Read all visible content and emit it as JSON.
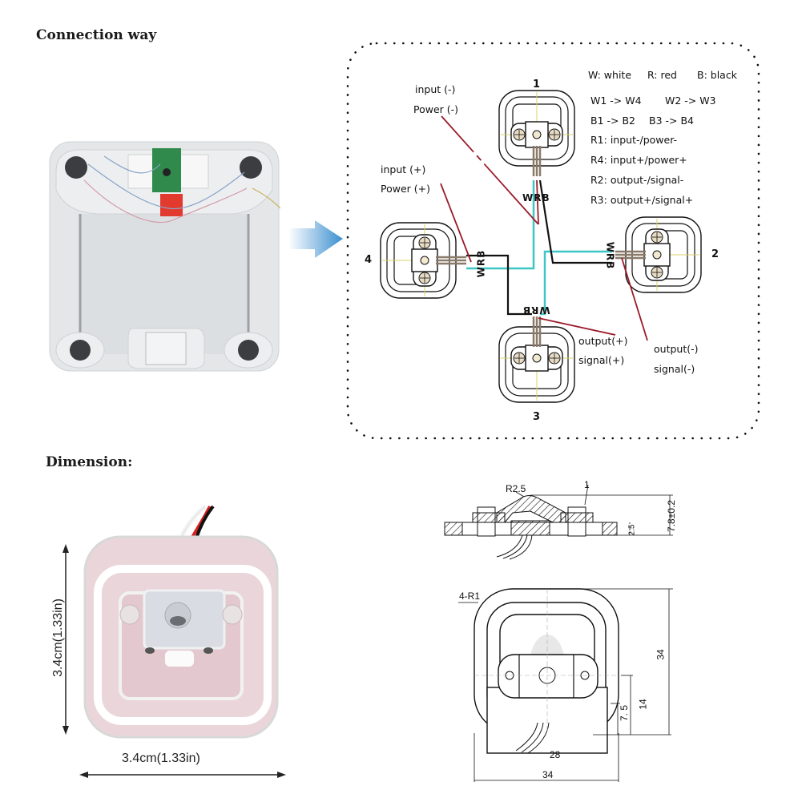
{
  "headings": {
    "connection": "Connection way",
    "dimension": "Dimension:"
  },
  "colors": {
    "white_wire": "#3ec6c6",
    "red_wire": "#9b1b2a",
    "black_wire": "#111111",
    "arrow": "#3a8fd0",
    "scale_body": "#e6e8ea",
    "sensor_metal": "#e9d6d9"
  },
  "legend": {
    "colors": [
      "W: white",
      "R: red",
      "B: black"
    ],
    "connections": [
      "W1 -> W4",
      "W2 -> W3",
      "B1 -> B2",
      "B3 -> B4"
    ],
    "red_wires": [
      "R1: input-/power-",
      "R4: input+/power+",
      "R2: output-/signal-",
      "R3: output+/signal+"
    ]
  },
  "sensors": [
    {
      "id": "1",
      "wire_label": "WRB"
    },
    {
      "id": "2",
      "wire_label": "WRB"
    },
    {
      "id": "3",
      "wire_label": "WRB"
    },
    {
      "id": "4",
      "wire_label": "WRB"
    }
  ],
  "callouts": {
    "input_minus": "input (-)",
    "power_minus": "Power (-)",
    "input_plus": "input (+)",
    "power_plus": "Power (+)",
    "output_plus": "output(+)",
    "signal_plus": "signal(+)",
    "output_minus": "output(-)",
    "signal_minus": "signal(-)"
  },
  "photo_dimensions": {
    "height": "3.4cm(1.33in)",
    "width": "3.4cm(1.33in)"
  },
  "technical_drawing": {
    "side_view": {
      "radius": "R2.5",
      "thickness": "1",
      "base_height": "2.5",
      "total_height": "7.8±0.2"
    },
    "top_view": {
      "corner_radius": "4-R1",
      "height": "34",
      "width": "34",
      "inner_width": "28",
      "dim_14": "14",
      "dim_7_5": "7. 5"
    }
  }
}
